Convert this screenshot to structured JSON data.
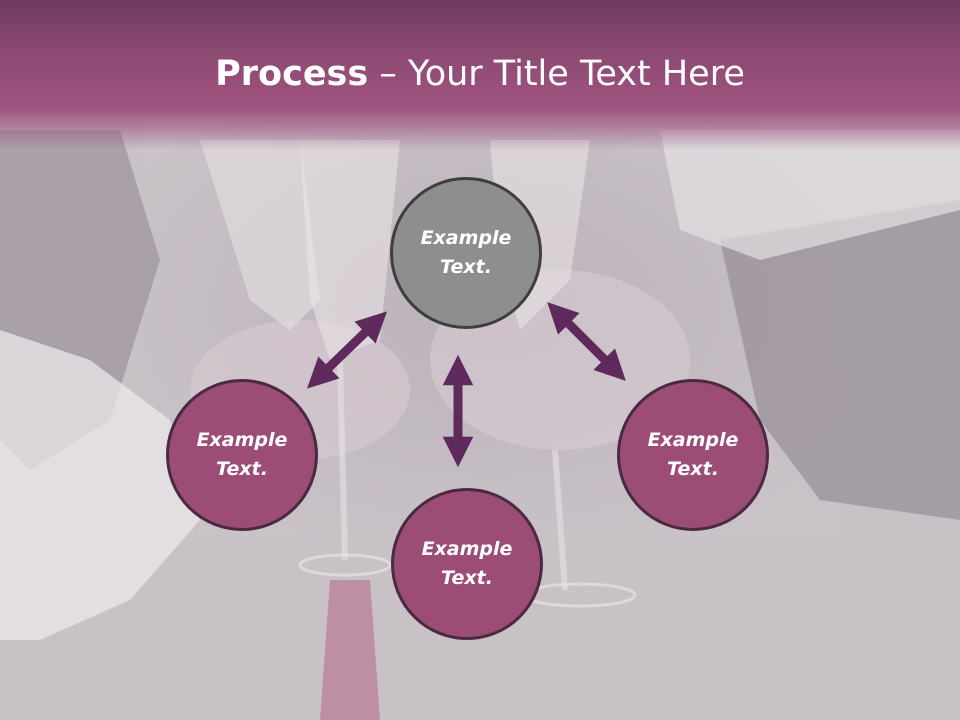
{
  "header": {
    "title_strong": "Process",
    "title_rest": " – Your Title Text Here"
  },
  "nodes": {
    "top": {
      "line1": "Example",
      "line2": "Text."
    },
    "left": {
      "line1": "Example",
      "line2": "Text."
    },
    "bottom": {
      "line1": "Example",
      "line2": "Text."
    },
    "right": {
      "line1": "Example",
      "line2": "Text."
    }
  },
  "colors": {
    "header": "#9a4f7c",
    "node_fill": "#9c4d75",
    "node_center_fill": "#8f8e8f",
    "arrow": "#5e2a5c",
    "background": "#c7c1c6"
  }
}
